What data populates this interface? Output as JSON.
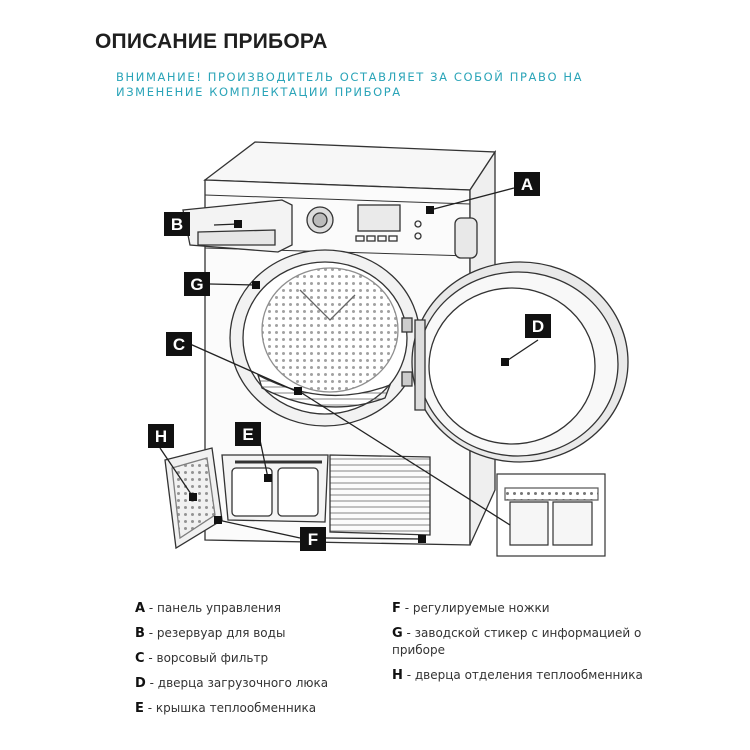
{
  "title": "ОПИСАНИЕ ПРИБОРА",
  "warning": "ВНИМАНИЕ! ПРОИЗВОДИТЕЛЬ ОСТАВЛЯЕТ ЗА СОБОЙ ПРАВО НА ИЗМЕНЕНИЕ КОМПЛЕКТАЦИИ ПРИБОРА",
  "callouts": {
    "a": "A",
    "b": "B",
    "c": "C",
    "d": "D",
    "e": "E",
    "f": "F",
    "g": "G",
    "h": "H"
  },
  "legend_left": [
    {
      "key": "A",
      "text": "панель управления"
    },
    {
      "key": "B",
      "text": "резервуар для воды"
    },
    {
      "key": "C",
      "text": "ворсовый фильтр"
    },
    {
      "key": "D",
      "text": "дверца загрузочного люка"
    },
    {
      "key": "E",
      "text": "крышка теплообменника"
    }
  ],
  "legend_right": [
    {
      "key": "F",
      "text": "регулируемые ножки"
    },
    {
      "key": "G",
      "text": "заводской стикер с информацией о приборе"
    },
    {
      "key": "H",
      "text": "дверца отделения теплообменника"
    }
  ],
  "colors": {
    "warning": "#2aa4b8",
    "callout_bg": "#111111",
    "callout_text": "#ffffff",
    "line": "#222222"
  }
}
